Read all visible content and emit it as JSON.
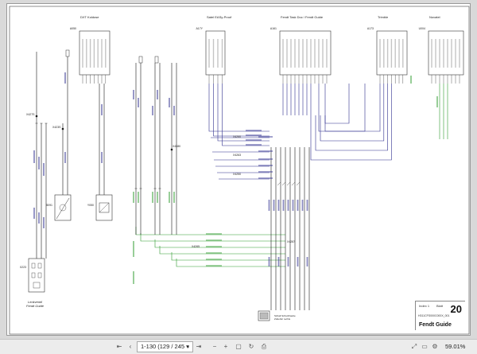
{
  "document": {
    "sheet_number": "20",
    "brand": "Fendt Guide",
    "index_label": "Index 1",
    "sheet_label": "Blatt",
    "drawing_code": "H311CFS000C000X_001"
  },
  "blocks": {
    "dxt": "DXT Koldose",
    "dxt_id": "A050",
    "satel": "Satel EASy-Proof",
    "satel_id": "A17Y",
    "fendt_task": "Fendt Task Doc / Fendt Guide",
    "fendt_task_id": "A161",
    "trimble": "Trimble",
    "trimble_id": "A173",
    "novatel": "Novatel",
    "novatel_id": "U004"
  },
  "components": {
    "x223": "X223",
    "x223_caption_1": "Lenkventil",
    "x223_caption_2": "Fendt Guide",
    "b091": "B091",
    "y050": "Y050",
    "x427s": "X427S",
    "x423s": "X423S",
    "x4380": "X4380",
    "x4260": "X4260",
    "x4263": "X4263",
    "x4250": "X4250",
    "x4265": "X4265",
    "x4287": "X4287",
    "gnd_caption_1": "Schalt Schutzhaube",
    "gnd_caption_2": "Zubehör rechts"
  },
  "toolbar": {
    "page_display": "1-130 (129 / 245",
    "zoom": "59.01%",
    "icons": [
      "first-page-icon",
      "previous-page-icon",
      "next-page-icon",
      "last-page-icon",
      "zoom-out-icon",
      "zoom-in-icon",
      "fit-page-icon",
      "rotate-icon",
      "print-icon",
      "expand-icon",
      "comment-icon",
      "settings-icon",
      "close-icon"
    ]
  },
  "colors": {
    "wire_blue": "#2e2e8e",
    "wire_green": "#2d9a2d",
    "wire_black": "#1a1a1a"
  }
}
